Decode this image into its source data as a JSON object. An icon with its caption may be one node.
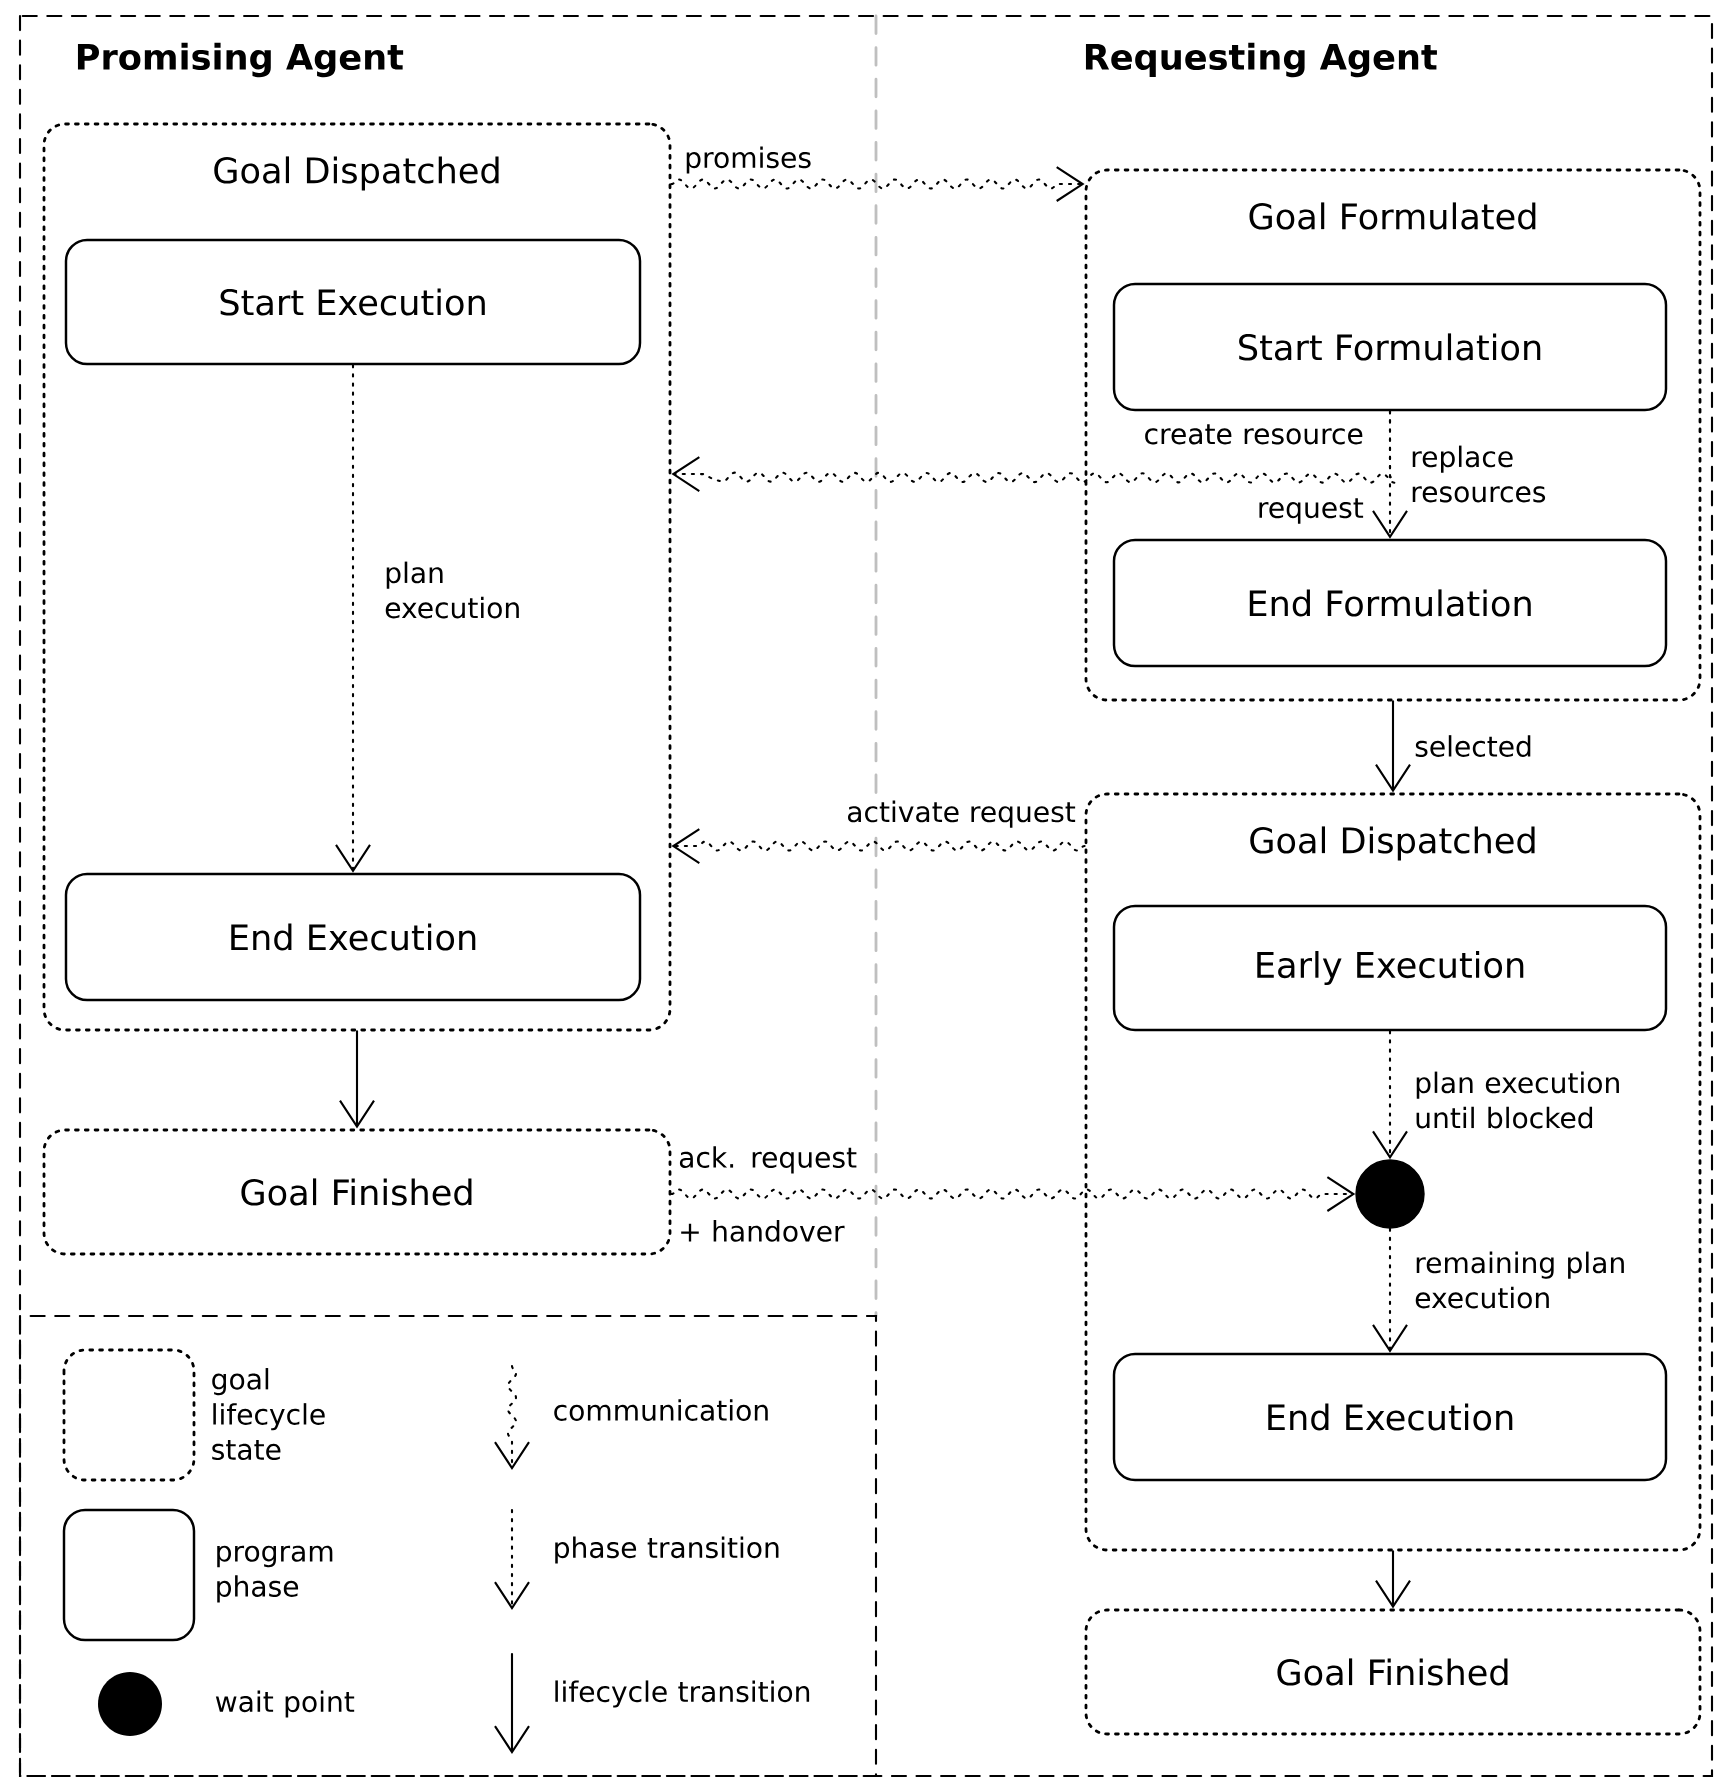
{
  "diagram": {
    "nodes": [
      {
        "text": [
          "Goal Dispatched"
        ]
      },
      {
        "text": [
          "Start Execution"
        ],
        "in": 0
      },
      {
        "text": [
          "End Execution"
        ],
        "in": 0
      },
      {
        "text": [
          "Goal Finished"
        ]
      },
      {
        "text": [
          "Goal Formulated"
        ]
      },
      {
        "text": [
          "Start Formulation"
        ],
        "in": 4
      },
      {
        "text": [
          "End Formulation"
        ],
        "in": 4
      },
      {
        "text": [
          "Goal Dispatched"
        ]
      },
      {
        "text": [
          "Early Execution"
        ],
        "in": 7
      },
      {
        "text": [],
        "shape": "circle",
        "in": 7
      },
      {
        "text": [
          "End Execution"
        ],
        "in": 7
      },
      {
        "text": [
          "Goal Finished"
        ]
      }
    ],
    "edges": [
      {
        "from": 0,
        "to": 4,
        "arrow": "to",
        "label": "promises",
        "style": "dashed"
      },
      {
        "from": 5,
        "to": 0,
        "arrow": "to",
        "label": "create resource request",
        "style": "dashed"
      },
      {
        "from": 5,
        "to": 6,
        "arrow": "to",
        "label": "replace resources",
        "style": "dashed"
      },
      {
        "from": 1,
        "to": 2,
        "arrow": "to",
        "label": "plan execution",
        "style": "dashed"
      },
      {
        "from": 4,
        "to": 7,
        "arrow": "to",
        "label": "selected"
      },
      {
        "from": 7,
        "to": 0,
        "arrow": "to",
        "label": "activate request",
        "style": "dashed"
      },
      {
        "from": 0,
        "to": 3,
        "arrow": "to"
      },
      {
        "from": 3,
        "to": 9,
        "arrow": "to",
        "label": "ack. request + handover",
        "style": "dashed"
      },
      {
        "from": 8,
        "to": 9,
        "arrow": "to",
        "label": "plan execution until blocked",
        "style": "dashed"
      },
      {
        "from": 9,
        "to": 10,
        "arrow": "to",
        "label": "remaining plan execution",
        "style": "dashed"
      },
      {
        "from": 7,
        "to": 11,
        "arrow": "to"
      }
    ],
    "labels": [
      "Promising Agent",
      "Requesting Agent"
    ],
    "legend": [
      {
        "text": "goal lifecycle state"
      },
      {
        "text": "communication"
      },
      {
        "text": "program phase"
      },
      {
        "text": "phase transition"
      },
      {
        "text": "wait point"
      },
      {
        "text": "lifecycle transition"
      }
    ]
  }
}
